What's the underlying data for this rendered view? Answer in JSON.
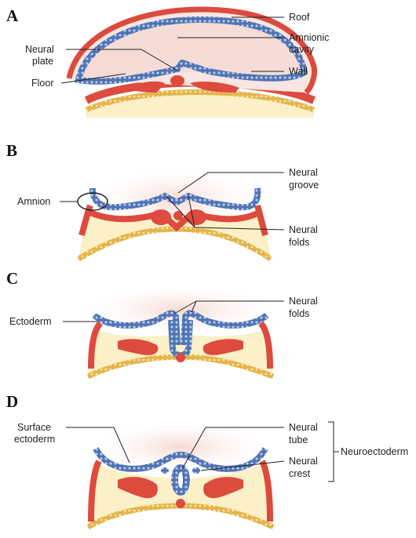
{
  "panels": {
    "a": {
      "letter": "A",
      "labels": {
        "roof": "Roof",
        "amnionic_cavity": [
          "Amnionic",
          "cavity"
        ],
        "neural_plate": [
          "Neural",
          "plate"
        ],
        "floor": "Floor",
        "wall": "Wall"
      }
    },
    "b": {
      "letter": "B",
      "labels": {
        "amnion": "Amnion",
        "neural_groove": [
          "Neural",
          "groove"
        ],
        "neural_folds": [
          "Neural",
          "folds"
        ]
      }
    },
    "c": {
      "letter": "C",
      "labels": {
        "ectoderm": "Ectoderm",
        "neural_folds": [
          "Neural",
          "folds"
        ]
      }
    },
    "d": {
      "letter": "D",
      "labels": {
        "surface_ectoderm": [
          "Surface",
          "ectoderm"
        ],
        "neural_tube": [
          "Neural",
          "tube"
        ],
        "neural_crest": [
          "Neural",
          "crest"
        ],
        "neuroectoderm": "Neuroectoderm"
      }
    }
  },
  "colors": {
    "neural_epithelium": "#4f74b4",
    "cell_dots": "#b9cae8",
    "mesoderm_red": "#dc4b3e",
    "yolk_cream": "#fbf0c7",
    "endoderm_gold": "#d9a93a",
    "amnion_pink": "#f6dcd6"
  }
}
